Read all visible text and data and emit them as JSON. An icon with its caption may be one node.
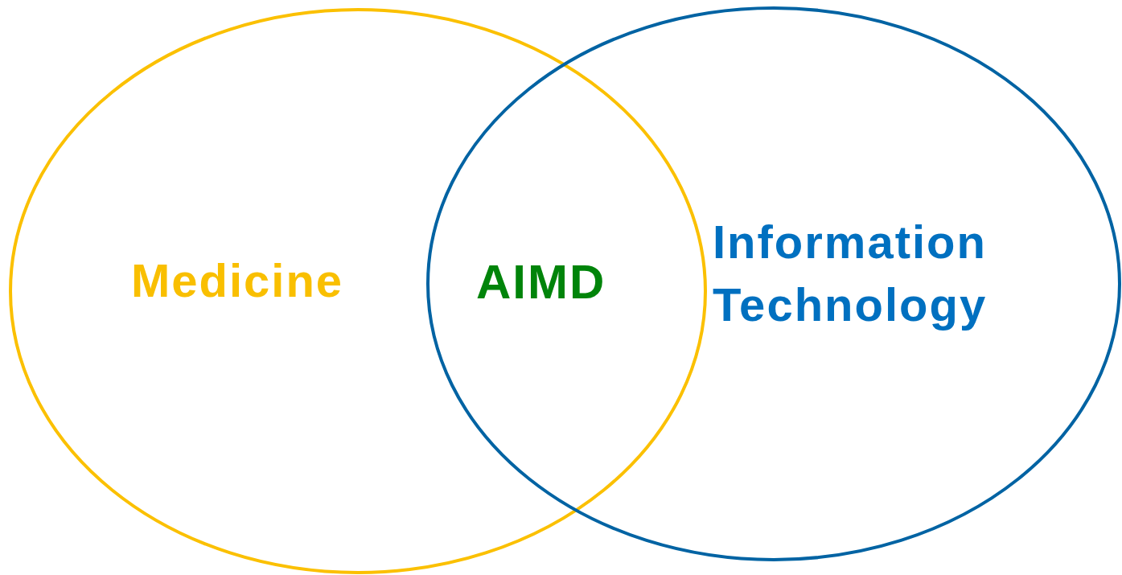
{
  "diagram": {
    "nodes": [
      {
        "text": [
          "Medicine"
        ]
      },
      {
        "text": [
          "Information Technology"
        ]
      }
    ],
    "labels": [
      "AIMD"
    ]
  }
}
